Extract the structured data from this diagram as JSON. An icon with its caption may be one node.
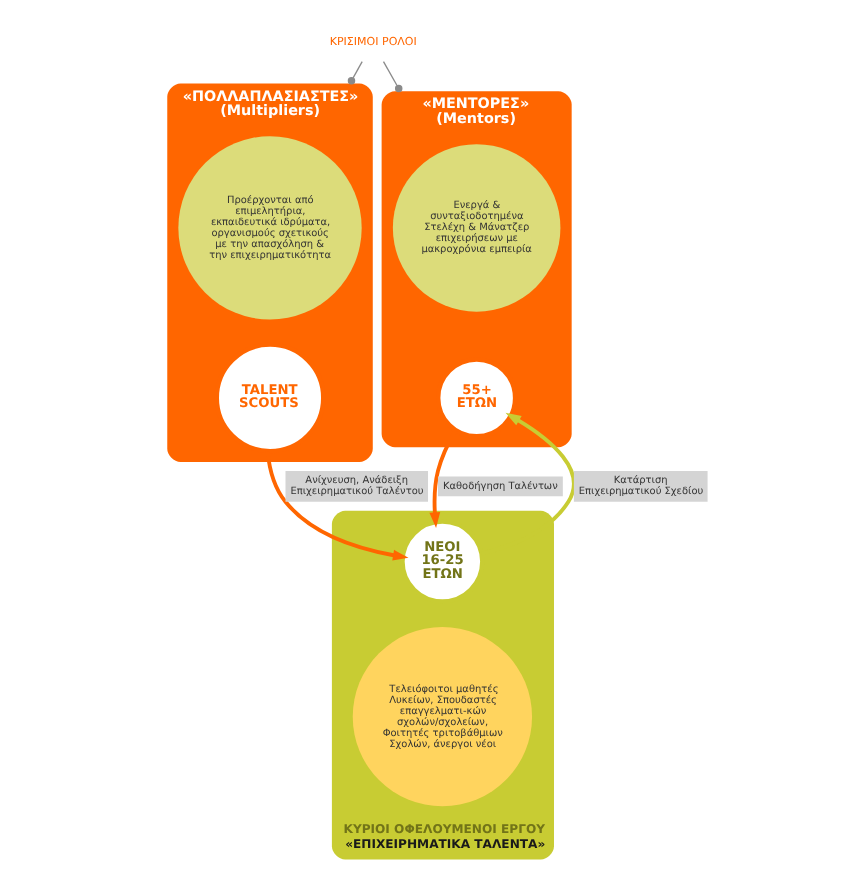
{
  "diagram": {
    "nodes": [
      {
        "text": [
          "«ΠΟΛΛΑΠΛΑΣΙΑΣΤΕΣ» (Multipliers)"
        ]
      },
      {
        "text": [
          "Προέρχονται από επιμελητήρια, εκπαιδευτικά ιδρύματα, οργανισμούς σχετικούς με την απασχόληση & την επιχειρηματικότητα"
        ],
        "in": 0
      },
      {
        "text": [
          "TALENT SCOUTS"
        ],
        "in": 0
      },
      {
        "text": [
          "ΚΡΙΣΙΜΟΙ ΡΟΛΟΙ"
        ]
      },
      {
        "text": [
          "«ΜΕΝΤΟΡΕΣ» (Mentors)"
        ]
      },
      {
        "text": [
          "Ενεργά & συνταξιοδοτημένα Στελέχη & Μάνατζερ επιχειρήσεων με μακροχρόνια εμπειρία"
        ],
        "in": 4
      },
      {
        "text": [
          "55+ ΕΤΩΝ"
        ],
        "in": 4
      },
      {
        "text": [
          "ΚΥΡΙΟΙ ΟΦΕΛΟΥΜΕΝΟΙ ΕΡΓΟΥ",
          "«ΕΠΙΧΕΙΡΗΜΑΤΙΚΑ ΤΑΛΕΝΤΑ»"
        ]
      },
      {
        "text": [
          "ΝΕΟΙ 16-25 ΕΤΩΝ"
        ],
        "in": 7
      },
      {
        "text": [
          "Τελειόφοιτοι μαθητές Λυκείων, Σπουδαστές επαγγελματι-κών σχολών/σχολείων, Φοιτητές τριτοβάθμιων Σχολών, άνεργοι νέοι"
        ],
        "in": 7
      }
    ],
    "edges": [
      {
        "from": 3,
        "to": 0,
        "arrow": "other",
        "color": "#8a8a8a"
      },
      {
        "from": 3,
        "to": 4,
        "arrow": "other",
        "color": "#8a8a8a"
      },
      {
        "from": 2,
        "to": 8,
        "arrow": "to",
        "label": "Ανίχνευση, Ανάδειξη Επιχειρηματικού Ταλέντου",
        "color": "#ff6600"
      },
      {
        "from": 8,
        "to": 6,
        "arrow": "to",
        "label": "Κατάρτιση Επιχειρηματικού Σχεδίου",
        "color": "#c8cc33"
      },
      {
        "from": 6,
        "to": 8,
        "arrow": "to",
        "label": "Καθοδήγηση Ταλέντων",
        "color": "#ff6600"
      }
    ]
  }
}
